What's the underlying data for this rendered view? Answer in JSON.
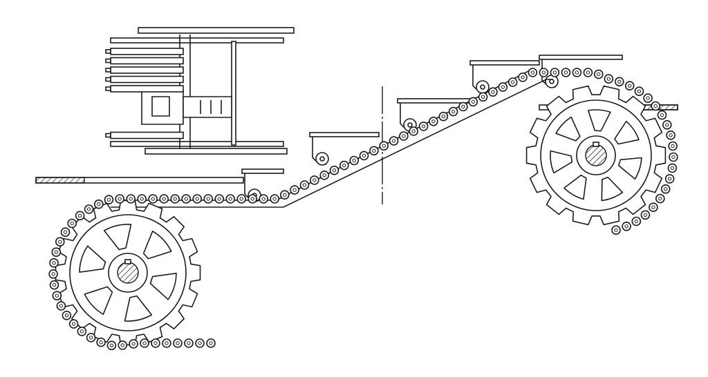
{
  "diagram": {
    "colors": {
      "ink": "#1a1a1a",
      "paper": "#ffffff"
    },
    "components": [
      "roller-assembly",
      "lower-sprocket",
      "upper-sprocket",
      "stepped-chain-conveyor",
      "platforms",
      "centre-line"
    ]
  }
}
